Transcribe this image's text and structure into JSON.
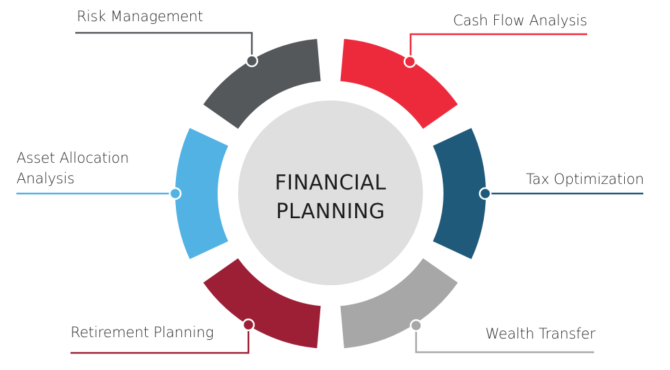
{
  "center": {
    "line1": "FINANCIAL",
    "line2": "PLANNING",
    "fill": "#dfdfdf"
  },
  "segments": [
    {
      "id": "cash-flow",
      "label": "Cash Flow Analysis",
      "color": "#ed2a3c",
      "angle": 60
    },
    {
      "id": "tax",
      "label": "Tax Optimization",
      "color": "#1f5a7a",
      "angle": 0
    },
    {
      "id": "wealth",
      "label": "Wealth Transfer",
      "color": "#a7a7a7",
      "angle": 300
    },
    {
      "id": "retirement",
      "label": "Retirement Planning",
      "color": "#9c1f35",
      "angle": 240
    },
    {
      "id": "asset",
      "label_line1": "Asset Allocation",
      "label_line2": "Analysis",
      "color": "#53b2e4",
      "angle": 180
    },
    {
      "id": "risk",
      "label": "Risk Management",
      "color": "#54585b",
      "angle": 120
    }
  ],
  "labels": {
    "risk": "Risk Management",
    "cash_flow": "Cash Flow Analysis",
    "asset_line1": "Asset Allocation",
    "asset_line2": "Analysis",
    "tax": "Tax Optimization",
    "retirement": "Retirement Planning",
    "wealth": "Wealth Transfer"
  }
}
